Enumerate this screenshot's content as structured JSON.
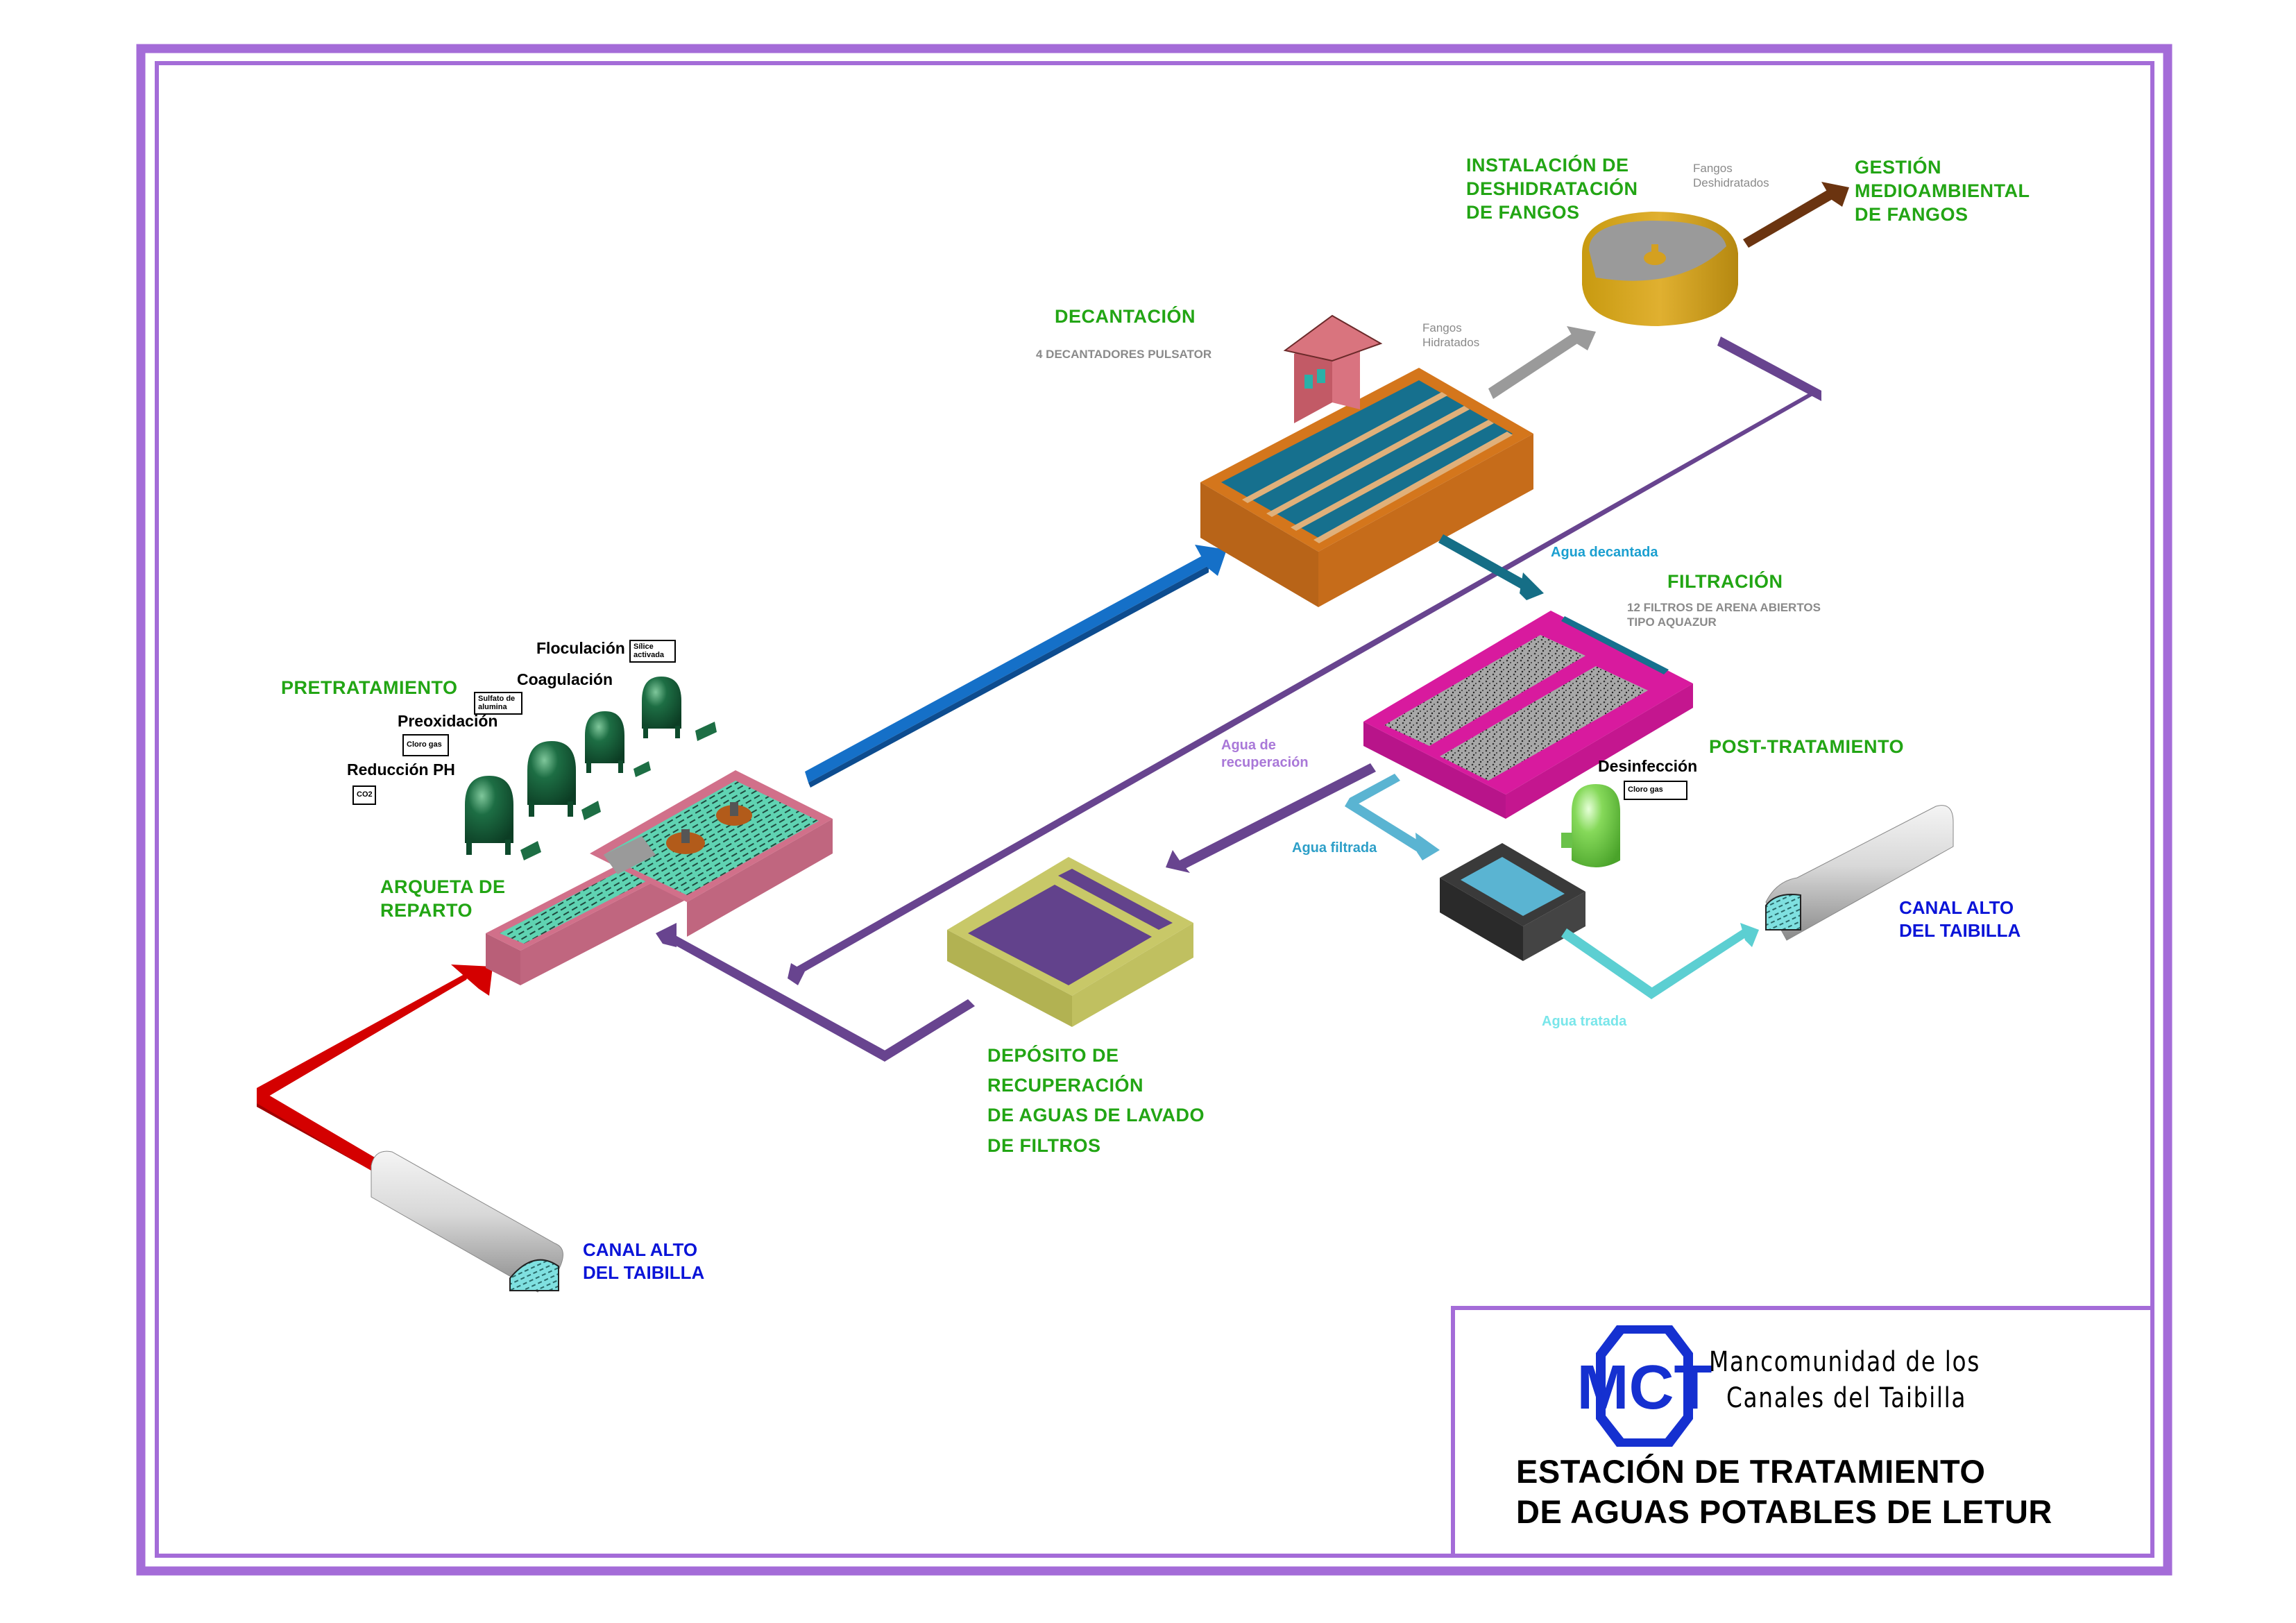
{
  "diagram": {
    "title_block": {
      "organization_line1": "Mancomunidad de los",
      "organization_line2": "Canales del Taibilla",
      "logo_text": "MCT",
      "title_line1": "ESTACIÓN DE TRATAMIENTO",
      "title_line2": "DE AGUAS POTABLES DE LETUR"
    },
    "stages": {
      "deshidratacion": [
        "INSTALACIÓN DE",
        "DESHIDRATACIÓN",
        "DE FANGOS"
      ],
      "gestion": [
        "GESTIÓN",
        "MEDIOAMBIENTAL",
        "DE FANGOS"
      ],
      "decantacion": "DECANTACIÓN",
      "decantacion_sub": "4 DECANTADORES PULSATOR",
      "filtracion": "FILTRACIÓN",
      "filtracion_sub": [
        "12 FILTROS DE ARENA ABIERTOS",
        "TIPO AQUAZUR"
      ],
      "pretratamiento": "PRETRATAMIENTO",
      "arqueta": [
        "ARQUETA DE",
        "REPARTO"
      ],
      "post_tratamiento": "POST-TRATAMIENTO",
      "deposito": [
        "DEPÓSITO DE",
        "RECUPERACIÓN",
        "DE AGUAS DE LAVADO",
        "DE FILTROS"
      ]
    },
    "flows": {
      "fangos_deshidratados": [
        "Fangos",
        "Deshidratados"
      ],
      "fangos_hidratados": [
        "Fangos",
        "Hidratados"
      ],
      "agua_decantada": "Agua decantada",
      "agua_recuperacion": [
        "Agua de",
        "recuperación"
      ],
      "agua_filtrada": "Agua filtrada",
      "agua_tratada": "Agua tratada"
    },
    "chemicals": [
      {
        "process": "Floculación",
        "reagent": [
          "Sílice",
          "activada"
        ]
      },
      {
        "process": "Coagulación",
        "reagent": [
          "Sulfato de",
          "alumina"
        ]
      },
      {
        "process": "Preoxidación",
        "reagent": [
          "Cloro gas"
        ]
      },
      {
        "process": "Reducción PH",
        "reagent": [
          "CO2"
        ]
      },
      {
        "process": "Desinfección",
        "reagent": [
          "Cloro gas"
        ]
      }
    ],
    "canal_inlet": [
      "CANAL ALTO",
      "DEL TAIBILLA"
    ],
    "canal_outlet": [
      "CANAL ALTO",
      "DEL TAIBILLA"
    ],
    "colors": {
      "frame": "#a46cd8",
      "stage_label": "#22a514",
      "canal_label": "#0a14d8",
      "raw_water": "#d40000",
      "pretreated_water": "#1570c8",
      "decanted_water": "#156e86",
      "recovery_water": "#68448f",
      "filtered_water": "#5ab4d2",
      "treated_water": "#5ccfd2",
      "sludge_hydrated": "#9a9a9a",
      "sludge_dewatered": "#6b3410",
      "recovery_label": "#a978d8",
      "filtered_label": "#2d9fc8",
      "decanted_label": "#1a9fd0",
      "treated_label": "#79e6ea"
    }
  }
}
